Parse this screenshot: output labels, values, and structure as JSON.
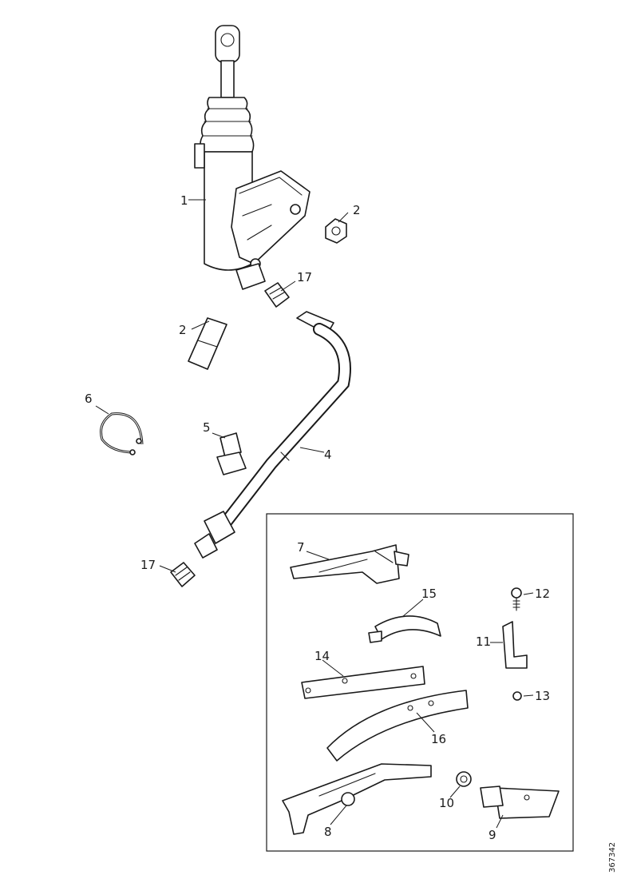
{
  "callouts": {
    "c1": "1",
    "c2a": "2",
    "c2b": "2",
    "c4": "4",
    "c5": "5",
    "c6": "6",
    "c7": "7",
    "c8": "8",
    "c9": "9",
    "c10": "10",
    "c11": "11",
    "c12": "12",
    "c13": "13",
    "c14": "14",
    "c15": "15",
    "c16": "16",
    "c17a": "17",
    "c17b": "17"
  },
  "doc_id": "367342"
}
